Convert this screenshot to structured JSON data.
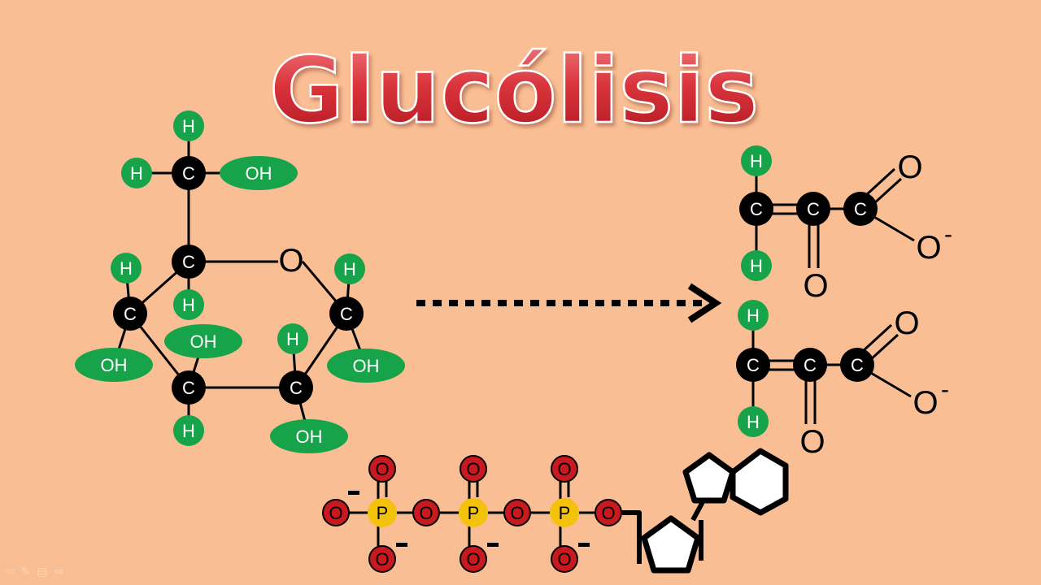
{
  "title": "Glucólisis",
  "labels": {
    "carbon": "C",
    "hydrogen": "H",
    "hydroxyl": "OH",
    "oxygen": "O",
    "phosphorus": "P",
    "carboxylate_o": "O",
    "minus": "-"
  },
  "colors": {
    "background": "#F9BE93",
    "title": "#D9333B",
    "carbon": "#000000",
    "hydrogen": "#16A34A",
    "phosphate_o": "#C8191E",
    "phosphorus": "#F4C20D",
    "bond": "#000000"
  },
  "slide_nav": {
    "prev": "⇦",
    "pen": "✎",
    "menu": "▤",
    "next": "⇨"
  }
}
